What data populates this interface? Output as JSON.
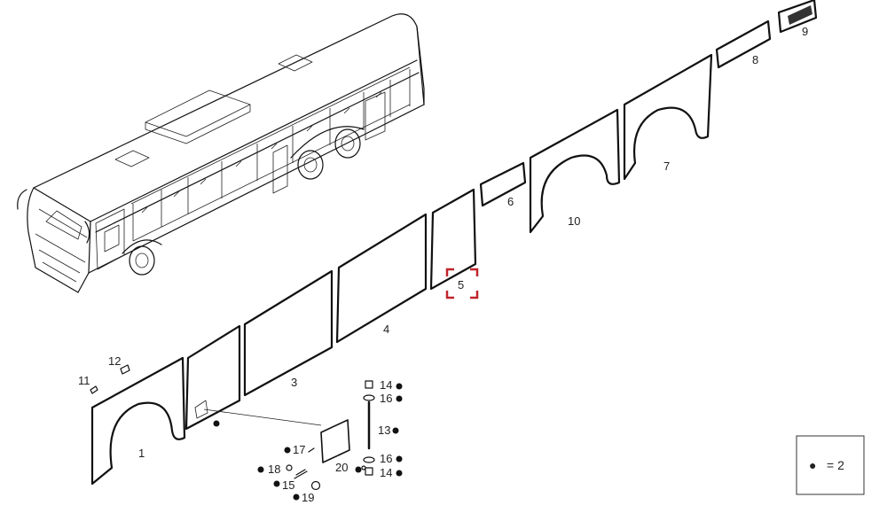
{
  "diagram": {
    "legend": {
      "symbol": "●",
      "text": "= 2"
    },
    "parts": [
      {
        "id": "p1",
        "label": "1"
      },
      {
        "id": "p3",
        "label": "3"
      },
      {
        "id": "p4",
        "label": "4"
      },
      {
        "id": "p5",
        "label": "5",
        "highlighted": true,
        "highlight_color": "#c0242c"
      },
      {
        "id": "p6",
        "label": "6"
      },
      {
        "id": "p7",
        "label": "7"
      },
      {
        "id": "p8",
        "label": "8"
      },
      {
        "id": "p9",
        "label": "9"
      },
      {
        "id": "p10",
        "label": "10"
      },
      {
        "id": "p11",
        "label": "11"
      },
      {
        "id": "p12",
        "label": "12"
      },
      {
        "id": "p13",
        "label": "13"
      },
      {
        "id": "p14a",
        "label": "14"
      },
      {
        "id": "p14b",
        "label": "14"
      },
      {
        "id": "p15",
        "label": "15"
      },
      {
        "id": "p16a",
        "label": "16"
      },
      {
        "id": "p16b",
        "label": "16"
      },
      {
        "id": "p17",
        "label": "17"
      },
      {
        "id": "p18",
        "label": "18"
      },
      {
        "id": "p19",
        "label": "19"
      },
      {
        "id": "p20",
        "label": "20"
      }
    ]
  }
}
